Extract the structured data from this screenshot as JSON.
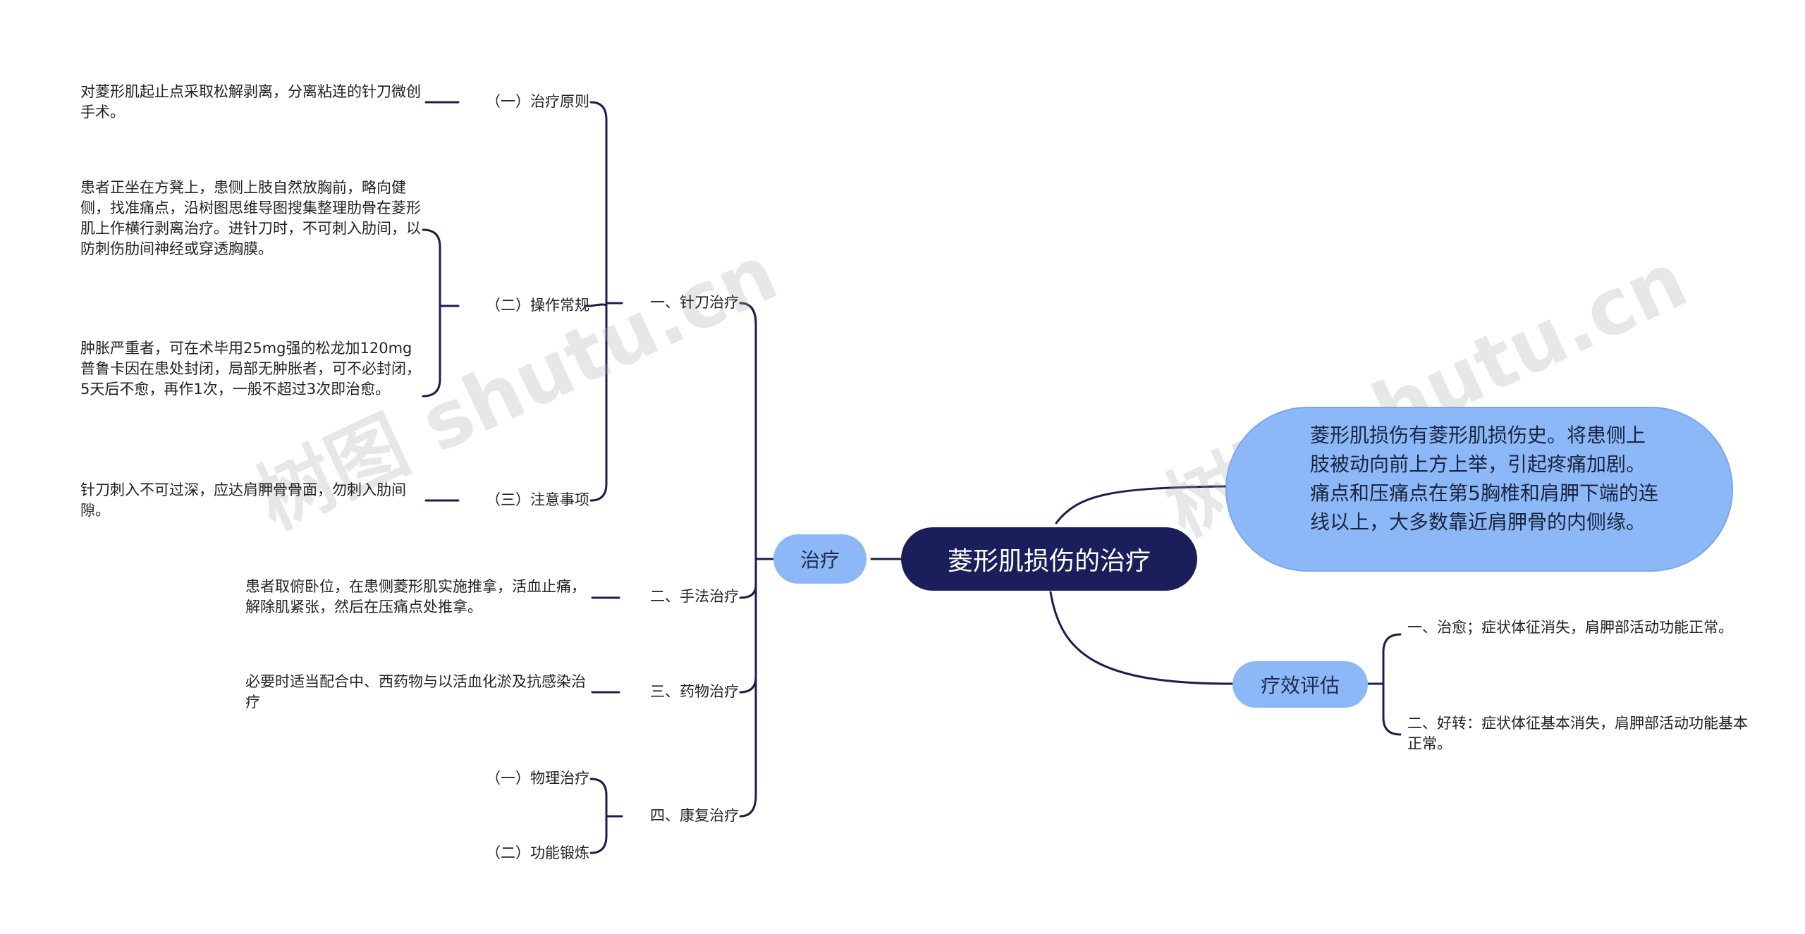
{
  "root": {
    "label": "菱形肌损伤的治疗"
  },
  "diagnosis": {
    "text": "菱形肌损伤有菱形肌损伤史。将患侧上肢被动向前上方上举，引起疼痛加剧。痛点和压痛点在第5胸椎和肩胛下端的连线以上，大多数靠近肩胛骨的内侧缘。"
  },
  "treatment": {
    "label": "治疗",
    "needle": {
      "label": "一、针刀治疗",
      "principle": {
        "label": "（一）治疗原则",
        "text": "对菱形肌起止点采取松解剥离，分离粘连的针刀微创手术。"
      },
      "procedure": {
        "label": "（二）操作常规",
        "text1": "患者正坐在方凳上，患侧上肢自然放胸前，略向健侧，找准痛点，沿树图思维导图搜集整理肋骨在菱形肌上作横行剥离治疗。进针刀时，不可刺入肋间，以防刺伤肋间神经或穿透胸膜。",
        "text2": "肿胀严重者，可在术毕用25mg强的松龙加120mg普鲁卡因在患处封闭，局部无肿胀者，可不必封闭，5天后不愈，再作1次，一般不超过3次即治愈。"
      },
      "caution": {
        "label": "（三）注意事项",
        "text": "针刀刺入不可过深，应达肩胛骨骨面，勿刺入肋间隙。"
      }
    },
    "manual": {
      "label": "二、手法治疗",
      "text": "患者取俯卧位，在患侧菱形肌实施推拿，活血止痛，解除肌紧张，然后在压痛点处推拿。"
    },
    "drug": {
      "label": "三、药物治疗",
      "text": "必要时适当配合中、西药物与以活血化淤及抗感染治疗"
    },
    "rehab": {
      "label": "四、康复治疗",
      "items": [
        "（一）物理治疗",
        "（二）功能锻炼"
      ]
    }
  },
  "evaluation": {
    "label": "疗效评估",
    "items": [
      "一、治愈；症状体征消失，肩胛部活动功能正常。",
      "二、好转：症状体征基本消失，肩胛部活动功能基本正常。"
    ]
  },
  "watermark": "树图 shutu.cn",
  "colors": {
    "root": "#1a1f5c",
    "pill": "#8db8f7",
    "line": "#1a1f4e"
  }
}
